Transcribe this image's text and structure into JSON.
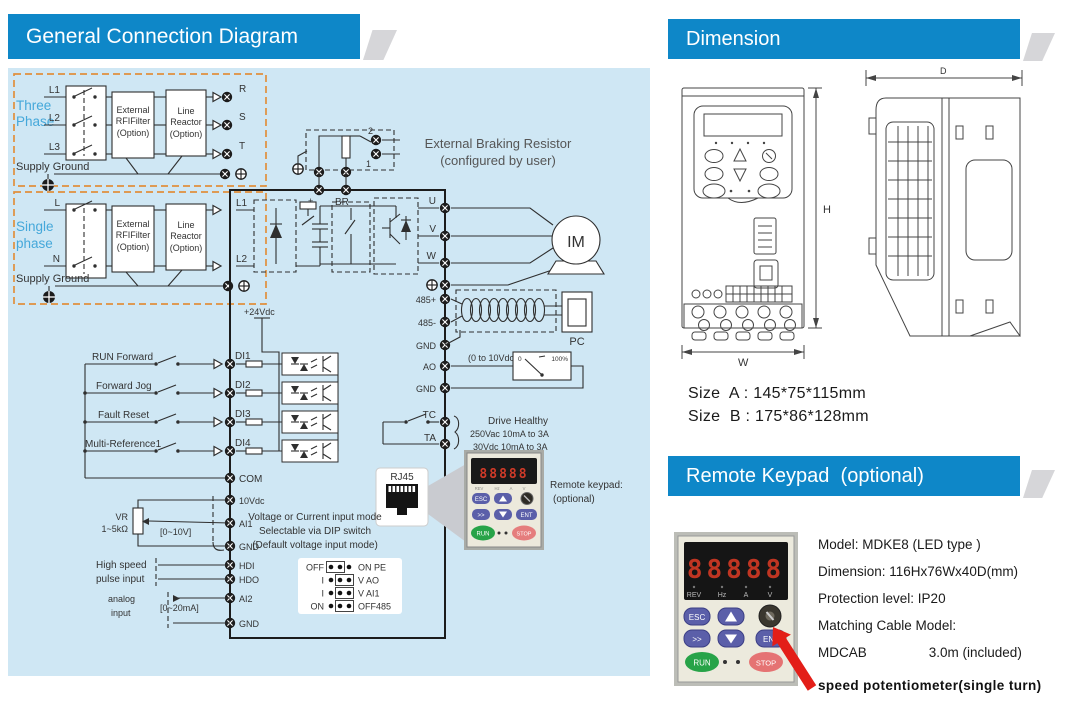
{
  "banners": {
    "connection": "General Connection Diagram",
    "dimension": "Dimension",
    "keypad": "Remote Keypad  (optional)"
  },
  "supply": {
    "three_label1": "Three",
    "three_label2": "Phase",
    "single_label1": "Single",
    "single_label2": "phase",
    "three_inputs": [
      "L1",
      "L2",
      "L3"
    ],
    "single_inputs": [
      "L",
      "N"
    ],
    "supply_ground": "Supply Ground",
    "rfi1": "External",
    "rfi2": "RFIFilter",
    "rfi3": "(Option)",
    "rea1": "Line",
    "rea2": "Reactor",
    "rea3": "(Option)",
    "out_three": [
      "R",
      "S",
      "T"
    ],
    "out_single": [
      "L1",
      "L2"
    ]
  },
  "power": {
    "plus": "+",
    "br": "BR",
    "bt2": "2",
    "bt1": "1",
    "ext_brake1": "External Braking Resistor",
    "ext_brake2": "(configured by user)",
    "motor_terms": [
      "U",
      "V",
      "W"
    ],
    "motor": "IM"
  },
  "comm": {
    "p485": "485+",
    "n485": "485-",
    "gnd": "GND",
    "pc": "PC"
  },
  "analog_out": {
    "label": "AO",
    "gnd": "GND",
    "range": "(0 to 10Vdc)",
    "m0": "0",
    "m100": "100%"
  },
  "relay": {
    "tc": "TC",
    "ta": "TA",
    "l1": "Drive Healthy",
    "l2": "250Vac 10mA to 3A",
    "l3": "30Vdc 10mA to 3A"
  },
  "rj45": {
    "label": "RJ45",
    "note1": "Remote keypad:",
    "note2": "(optional)"
  },
  "digital": {
    "v24": "+24Vdc",
    "rows": [
      {
        "label": "RUN Forward",
        "terminal": "DI1"
      },
      {
        "label": "Forward Jog",
        "terminal": "DI2"
      },
      {
        "label": "Fault Reset",
        "terminal": "DI3"
      },
      {
        "label": "Multi-Reference1",
        "terminal": "DI4"
      }
    ],
    "com": "COM"
  },
  "analog_in": {
    "v10": "10Vdc",
    "ai1": "AI1",
    "gnd1": "GND",
    "hdi": "HDI",
    "hdo": "HDO",
    "ai2": "AI2",
    "gnd2": "GND",
    "vr": "VR",
    "vr_val": "1~5kΩ",
    "range1": "[0~10V]",
    "range2": "[0~20mA]",
    "hs1": "High speed",
    "hs2": "pulse input",
    "an1": "analog",
    "an2": "input",
    "note1": "Voltage or Current input mode",
    "note2": "Selectable via DIP switch",
    "note3": "(Default voltage input mode)"
  },
  "dip": {
    "rows": [
      {
        "left": "OFF",
        "right": "ON PE"
      },
      {
        "left": "I",
        "right": "V  AO"
      },
      {
        "left": "I",
        "right": "V  AI1"
      },
      {
        "left": "ON",
        "right": "OFF485"
      }
    ]
  },
  "dimension": {
    "h": "H",
    "w": "W",
    "d": "D",
    "size_a": "Size  A : 145*75*115mm",
    "size_b": "Size  B : 175*86*128mm"
  },
  "keypad": {
    "display": "88888",
    "leds": [
      "REV",
      "Hz",
      "A",
      "V"
    ],
    "esc": "ESC",
    "fwd": ">>",
    "ent": "ENT",
    "run": "RUN",
    "stop": "STOP",
    "info": [
      "Model: MDKE8 (LED type )",
      "Dimension: 116Hx76Wx40D(mm)",
      "Protection level: IP20",
      "Matching Cable Model:"
    ],
    "cable": "MDCAB",
    "cable_len": "3.0m (included)",
    "pot_note": "speed potentiometer(single turn)"
  }
}
